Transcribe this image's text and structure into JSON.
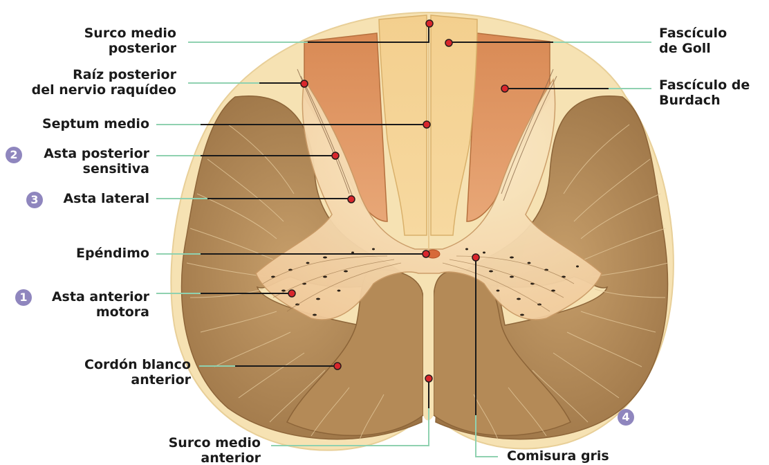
{
  "labels": {
    "surco_medio_posterior": [
      "Surco medio",
      "posterior"
    ],
    "raiz_posterior": [
      "Raíz posterior",
      "del nervio raquídeo"
    ],
    "septum_medio": [
      "Septum medio"
    ],
    "asta_posterior": [
      "Asta posterior",
      "sensitiva"
    ],
    "asta_lateral": [
      "Asta lateral"
    ],
    "ependimo": [
      "Epéndimo"
    ],
    "asta_anterior": [
      "Asta anterior",
      "motora"
    ],
    "cordon_blanco": [
      "Cordón blanco",
      "anterior"
    ],
    "surco_medio_anterior": [
      "Surco medio",
      "anterior"
    ],
    "fasciculo_goll": [
      "Fascículo",
      "de Goll"
    ],
    "fasciculo_burdach": [
      "Fascículo de",
      "Burdach"
    ],
    "comisura_gris": [
      "Comisura gris"
    ]
  },
  "badges": {
    "asta_anterior": "1",
    "asta_posterior": "2",
    "asta_lateral": "3",
    "comisura_gris": "4"
  },
  "colors": {
    "leader_line": "#8fd1b0",
    "leader_line_dark": "#1a1a1a",
    "marker_dot": "#d9262c",
    "badge": "#8f86be",
    "white_matter": "#b08654",
    "posterior_columns": "#d68c58",
    "membrane": "#f6e2b3"
  }
}
